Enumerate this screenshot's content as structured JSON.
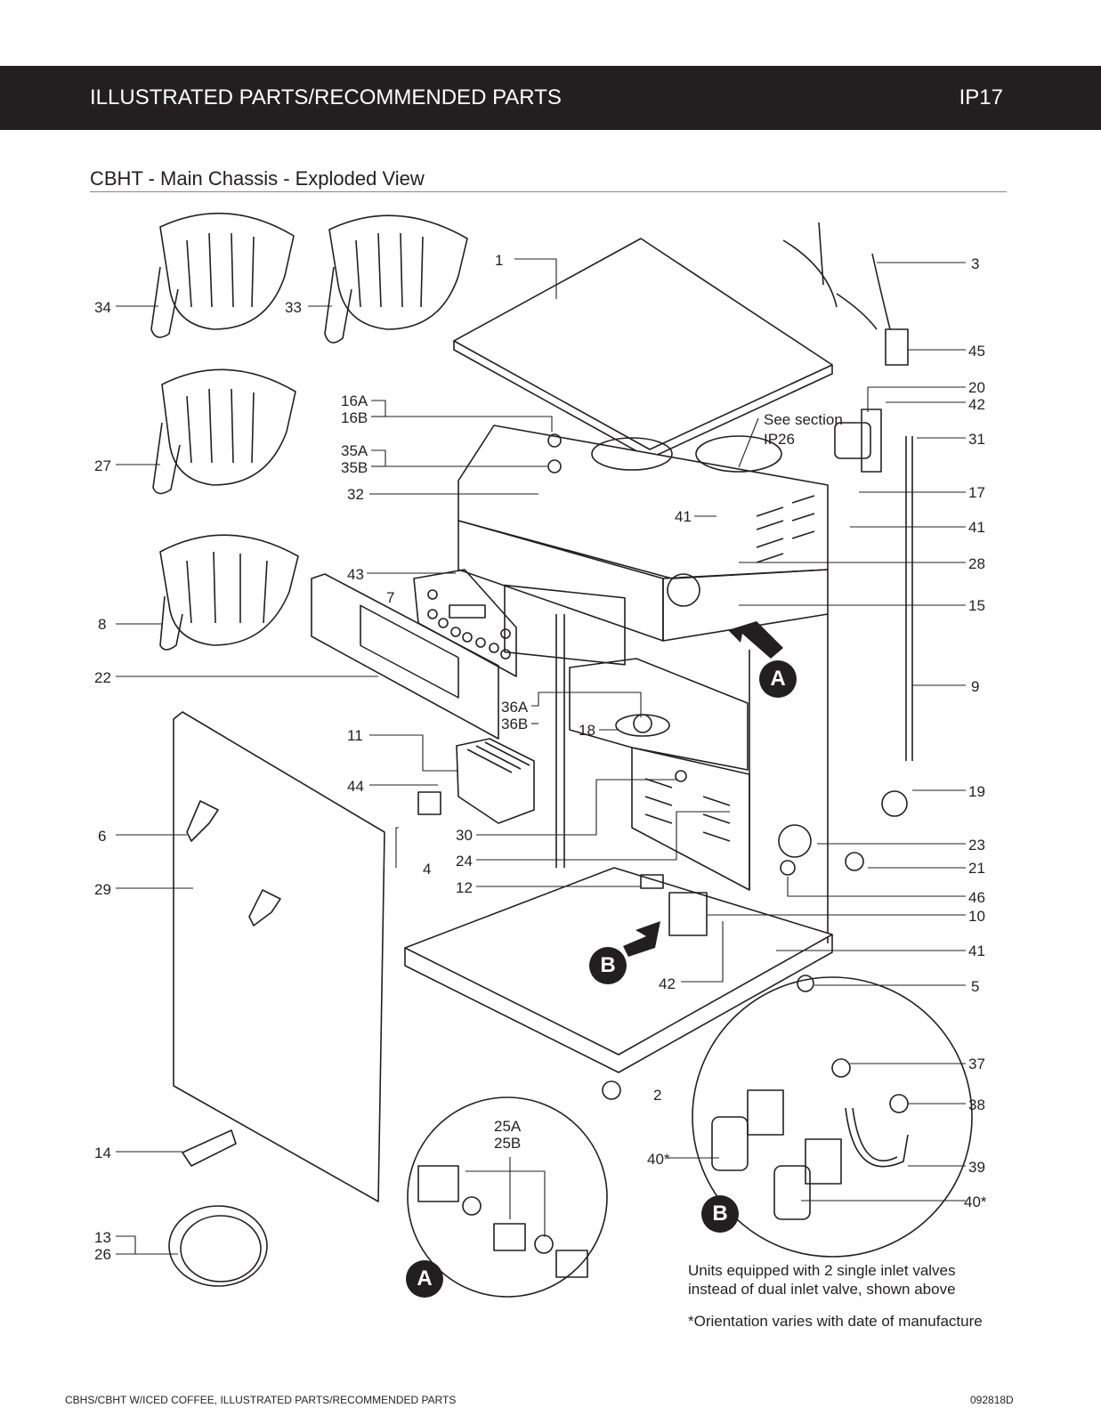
{
  "header": {
    "title": "ILLUSTRATED PARTS/RECOMMENDED PARTS",
    "page": "IP17"
  },
  "subtitle": "CBHT - Main Chassis - Exploded View",
  "labels": {
    "l1": "1",
    "l3": "3",
    "l34": "34",
    "l33": "33",
    "l45": "45",
    "l20": "20",
    "l42a": "42",
    "l16": "16A\n16B",
    "l35": "35A\n35B",
    "see_section": "See section\nIP26",
    "l31": "31",
    "l27": "27",
    "l32": "32",
    "l17": "17",
    "l41a": "41",
    "l41b": "41",
    "l28": "28",
    "l43": "43",
    "l7": "7",
    "l15": "15",
    "l8": "8",
    "l22": "22",
    "l36": "36A\n36B",
    "l9": "9",
    "l18": "18",
    "l11": "11",
    "l44": "44",
    "l19": "19",
    "l6": "6",
    "l30": "30",
    "l23": "23",
    "l24": "24",
    "l21": "21",
    "l4": "4",
    "l29": "29",
    "l12": "12",
    "l46": "46",
    "l10": "10",
    "l41c": "41",
    "l42b": "42",
    "l5": "5",
    "l2": "2",
    "l37": "37",
    "l38": "38",
    "l25": "25A\n25B",
    "l40a": "40*",
    "l39": "39",
    "l40b": "40*",
    "l14": "14",
    "l13": "13\n26"
  },
  "badges": {
    "a1": "A",
    "b1": "B",
    "a2": "A",
    "b2": "B"
  },
  "notes": {
    "units": "Units equipped with 2 single inlet valves\ninstead of dual inlet valve, shown above",
    "orientation": "*Orientation varies with date of manufacture"
  },
  "footer": {
    "left": "CBHS/CBHT W/ICED COFFEE, ILLUSTRATED PARTS/RECOMMENDED PARTS",
    "right": "092818D"
  }
}
